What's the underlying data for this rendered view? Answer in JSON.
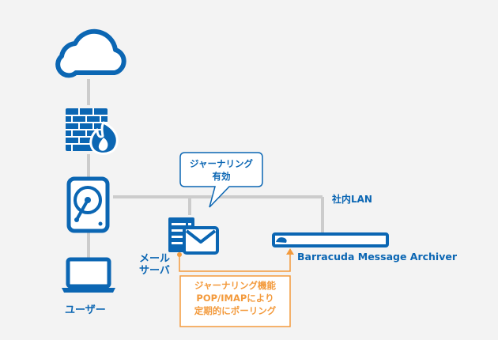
{
  "colors": {
    "background": "#f3f3f3",
    "primary_blue": "#0b66b3",
    "connector_gray": "#cccccc",
    "accent_orange": "#f39a3c",
    "white": "#ffffff"
  },
  "icons": {
    "cloud": "cloud-icon",
    "firewall": "firewall-icon",
    "storage": "hard-disk-icon",
    "laptop": "laptop-icon",
    "mail_server": "mail-server-icon",
    "archiver": "archiver-appliance-icon"
  },
  "labels": {
    "user": "ユーザー",
    "mail_server_line1": "メール",
    "mail_server_line2": "サーバ",
    "lan": "社内LAN",
    "archiver": "Barracuda Message Archiver"
  },
  "callout_journaling": {
    "line1": "ジャーナリング",
    "line2": "有効"
  },
  "callout_polling": {
    "line1": "ジャーナリング機能",
    "line2": "POP/IMAPにより",
    "line3": "定期的にポーリング"
  }
}
